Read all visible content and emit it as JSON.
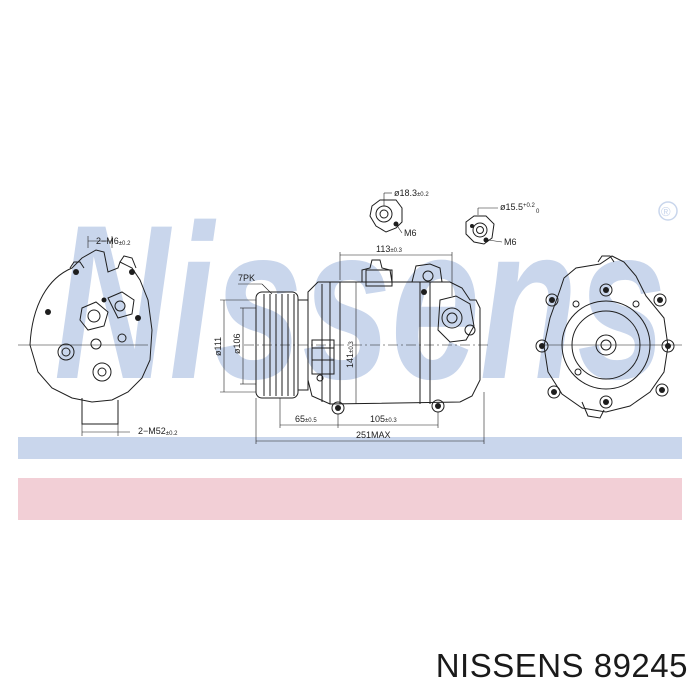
{
  "watermark": {
    "text": "Nissens",
    "registered": "®"
  },
  "dimensions": {
    "thread_left_top": "2−M6",
    "tol_left_top": "±0.2",
    "thread_left_bottom": "2−M52",
    "tol_left_bottom": "±0.2",
    "pulley_grooves": "7PK",
    "dia_outer": "ø111",
    "dia_inner": "ø106",
    "height_141": "141",
    "tol_141": "±0.3",
    "fitting1_dia": "ø18.3",
    "fitting1_tol": "±0.2",
    "fitting1_thread": "M6",
    "fitting2_dia": "ø15.5",
    "fitting2_tol_plus": "+0.2",
    "fitting2_tol_minus": "0",
    "fitting2_thread": "M6",
    "top_span": "113",
    "top_span_tol": "±0.3",
    "dim_65": "65",
    "dim_65_tol": "±0.5",
    "dim_105": "105",
    "dim_105_tol": "±0.3",
    "total_length": "251MAX"
  },
  "part_label": "NISSENS 89245",
  "colors": {
    "band_blue": "#c9d6ec",
    "band_pink": "#f2cfd6",
    "watermark": "#c9d6ec"
  }
}
